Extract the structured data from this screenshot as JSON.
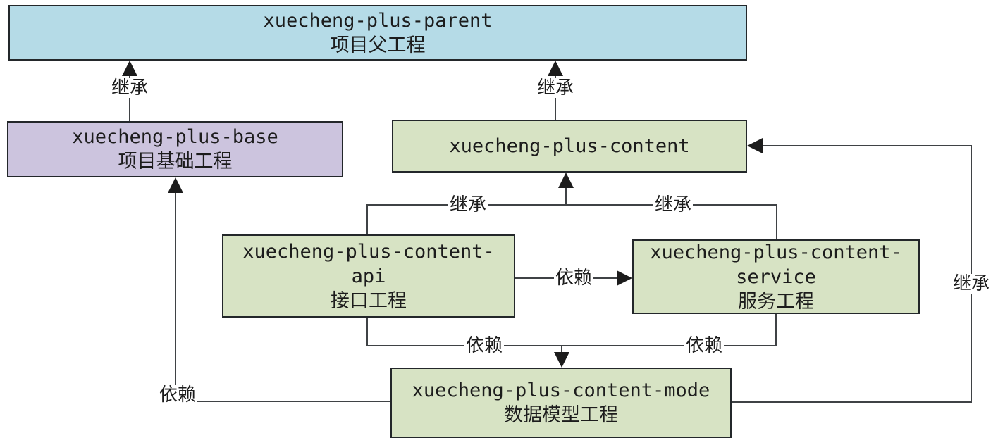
{
  "diagram_type": "maven-module-structure-diagram",
  "boxes": {
    "parent": {
      "lines": [
        "xuecheng-plus-parent",
        "项目父工程"
      ],
      "fill": "#b5dbe7"
    },
    "base": {
      "lines": [
        "xuecheng-plus-base",
        "项目基础工程"
      ],
      "fill": "#ccc4de"
    },
    "content": {
      "lines": [
        "xuecheng-plus-content"
      ],
      "fill": "#d7e3c4"
    },
    "content_api": {
      "lines": [
        "xuecheng-plus-content-",
        "api",
        "接口工程"
      ],
      "fill": "#d7e3c4"
    },
    "content_service": {
      "lines": [
        "xuecheng-plus-content-",
        "service",
        "服务工程"
      ],
      "fill": "#d7e3c4"
    },
    "content_mode": {
      "lines": [
        "xuecheng-plus-content-mode",
        "数据模型工程"
      ],
      "fill": "#d7e3c4"
    }
  },
  "edges": {
    "base_inherits_parent": {
      "label": "继承"
    },
    "content_inherits_parent": {
      "label": "继承"
    },
    "api_inherits_content": {
      "label": "继承"
    },
    "service_inherits_content": {
      "label": "继承"
    },
    "api_depends_service": {
      "label": "依赖"
    },
    "api_depends_mode": {
      "label": "依赖"
    },
    "service_depends_mode": {
      "label": "依赖"
    },
    "mode_depends_base": {
      "label": "依赖"
    },
    "mode_inherits_content": {
      "label": "继承"
    }
  },
  "colors": {
    "parent_fill": "#b5dbe7",
    "base_fill": "#ccc4de",
    "module_fill": "#d7e3c4",
    "border": "#23272a",
    "line": "#3f4245",
    "text": "#1c1c1c",
    "background": "#ffffff"
  }
}
